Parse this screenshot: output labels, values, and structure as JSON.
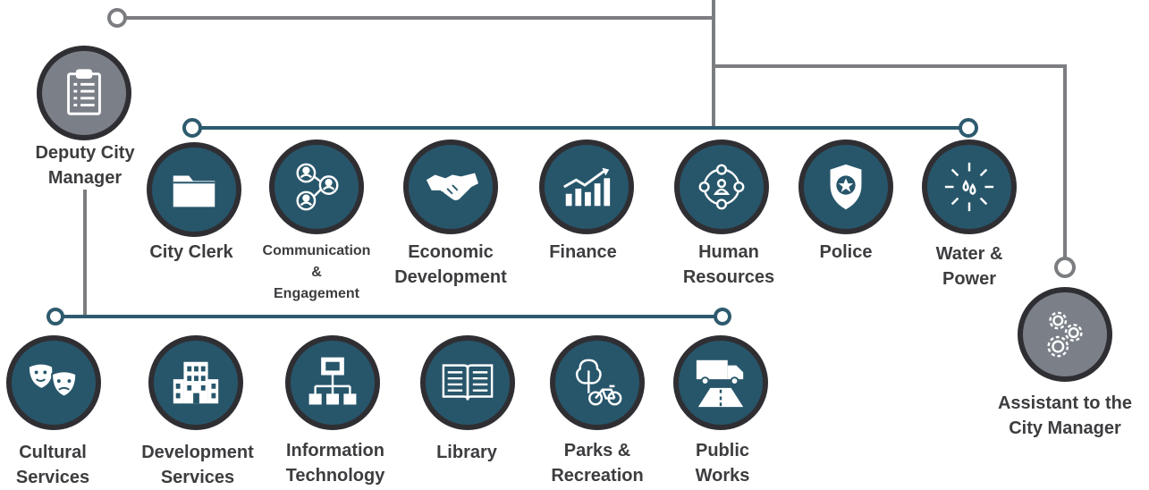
{
  "colors": {
    "line_gray": "#7b7d80",
    "line_teal": "#2e5a6e",
    "node_teal": "#27566b",
    "node_gray": "#7b8088",
    "label": "#3d3d40"
  },
  "deputy": {
    "icon": "clipboard-icon",
    "label_1": "Deputy City",
    "label_2": "Manager"
  },
  "assistant": {
    "icon": "gears-icon",
    "label_1": "Assistant to the",
    "label_2": "City Manager"
  },
  "top_row": [
    {
      "icon": "folder-icon",
      "line1": "City Clerk",
      "line2": "",
      "line3": ""
    },
    {
      "icon": "network-people-icon",
      "line1": "Communication",
      "line2": "&",
      "line3": "Engagement"
    },
    {
      "icon": "handshake-icon",
      "line1": "Economic",
      "line2": "Development",
      "line3": ""
    },
    {
      "icon": "growth-chart-icon",
      "line1": "Finance",
      "line2": "",
      "line3": ""
    },
    {
      "icon": "people-circle-icon",
      "line1": "Human",
      "line2": "Resources",
      "line3": ""
    },
    {
      "icon": "police-badge-icon",
      "line1": "Police",
      "line2": "",
      "line3": ""
    },
    {
      "icon": "water-power-icon",
      "line1": "Water &",
      "line2": "Power",
      "line3": ""
    }
  ],
  "bottom_row": [
    {
      "icon": "theater-masks-icon",
      "line1": "Cultural",
      "line2": "Services"
    },
    {
      "icon": "building-icon",
      "line1": "Development",
      "line2": "Services"
    },
    {
      "icon": "computer-network-icon",
      "line1": "Information",
      "line2": "Technology"
    },
    {
      "icon": "book-icon",
      "line1": "Library",
      "line2": ""
    },
    {
      "icon": "tree-bicycle-icon",
      "line1": "Parks &",
      "line2": "Recreation"
    },
    {
      "icon": "truck-road-icon",
      "line1": "Public",
      "line2": "Works"
    }
  ]
}
